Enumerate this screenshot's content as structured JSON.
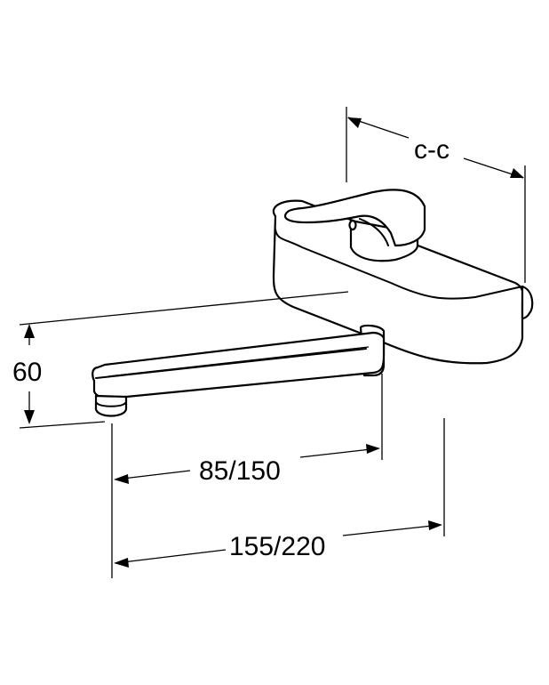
{
  "drawing": {
    "subject": "wall-mounted single-lever faucet with swivel spout",
    "stroke_color": "#000000",
    "background_color": "#ffffff"
  },
  "dimensions": {
    "center_to_center": "c-c",
    "height": "60",
    "spout_reach_short": "85/150",
    "spout_reach_total": "155/220"
  }
}
